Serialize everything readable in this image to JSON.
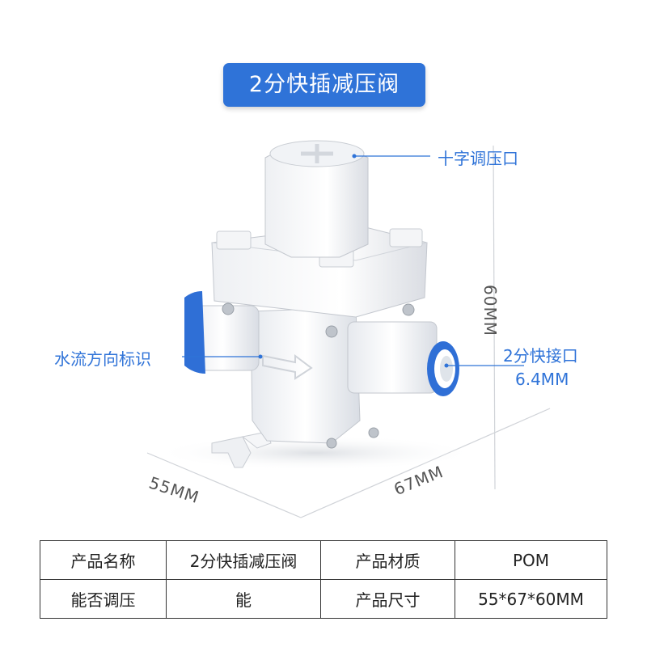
{
  "title": "2分快插减压阀",
  "callouts": {
    "top": "十字调压口",
    "left": "水流方向标识",
    "right_line1": "2分快接口",
    "right_line2": "6.4MM"
  },
  "dimensions": {
    "height": "60MM",
    "depth": "55MM",
    "width": "67MM"
  },
  "spec_table": [
    [
      "产品名称",
      "2分快插减压阀",
      "产品材质",
      "POM"
    ],
    [
      "能否调压",
      "能",
      "产品尺寸",
      "55*67*60MM"
    ]
  ],
  "colors": {
    "accent": "#2f73d8",
    "connector_blue": "#2f6fd6"
  }
}
